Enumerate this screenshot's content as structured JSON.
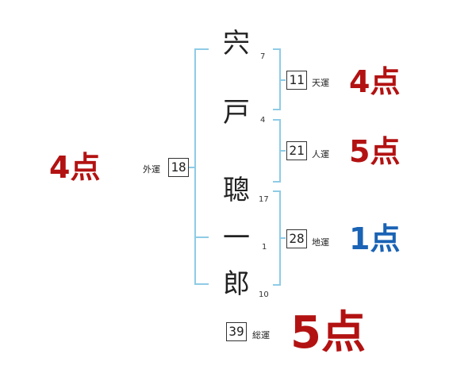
{
  "name": {
    "chars": [
      {
        "char": "宍",
        "strokes": "7"
      },
      {
        "char": "戸",
        "strokes": "4"
      },
      {
        "char": "聰",
        "strokes": "17"
      },
      {
        "char": "一",
        "strokes": "1"
      },
      {
        "char": "郎",
        "strokes": "10"
      }
    ]
  },
  "fortunes": {
    "ten": {
      "value": "11",
      "label": "天運",
      "score": "4点"
    },
    "jin": {
      "value": "21",
      "label": "人運",
      "score": "5点"
    },
    "chi": {
      "value": "28",
      "label": "地運",
      "score": "1点"
    },
    "gai": {
      "value": "18",
      "label": "外運",
      "score": "4点"
    },
    "total": {
      "value": "39",
      "label": "総運",
      "score": "5点"
    }
  },
  "colors": {
    "bracket": "#8ecbe6",
    "score_red": "#b31212",
    "score_blue": "#1a63b5"
  }
}
